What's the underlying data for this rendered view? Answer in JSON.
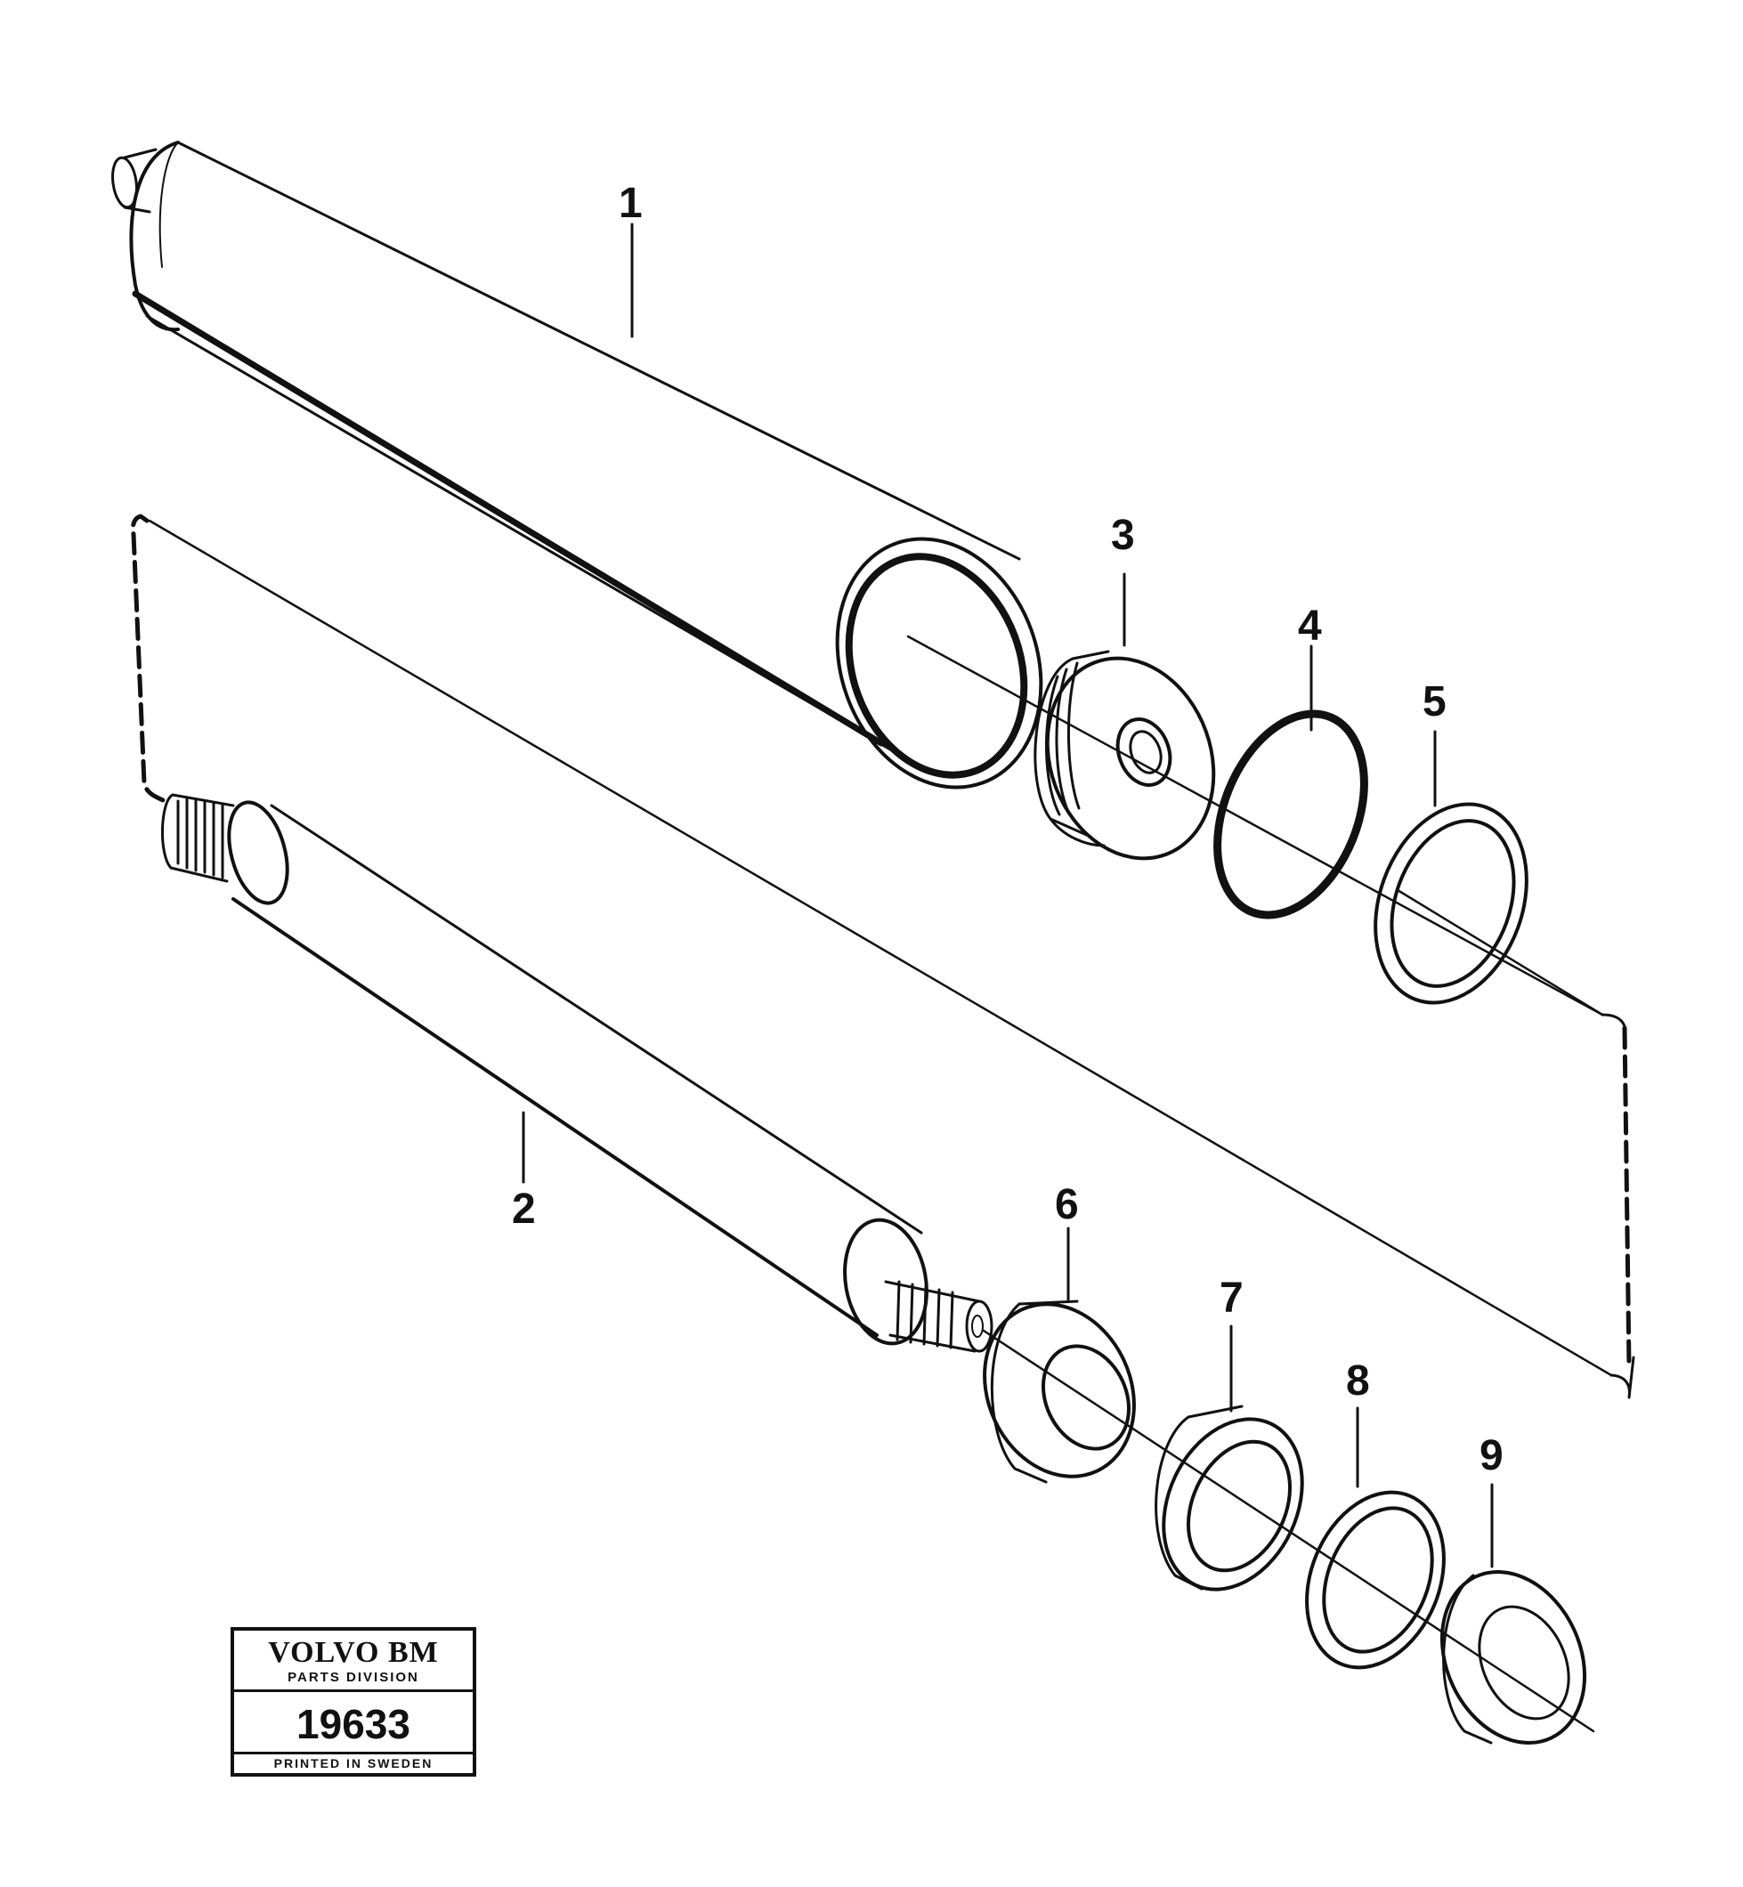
{
  "callouts": {
    "c1": "1",
    "c2": "2",
    "c3": "3",
    "c4": "4",
    "c5": "5",
    "c6": "6",
    "c7": "7",
    "c8": "8",
    "c9": "9"
  },
  "stamp": {
    "brand": "VOLVO BM",
    "division": "PARTS DIVISION",
    "number": "19633",
    "footer": "PRINTED IN SWEDEN"
  },
  "colors": {
    "ink": "#111111",
    "paper": "#ffffff"
  }
}
